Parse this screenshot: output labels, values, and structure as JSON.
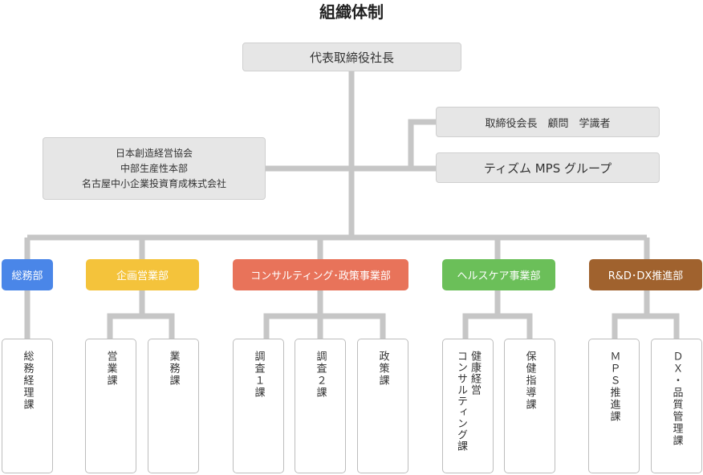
{
  "title": "組織体制",
  "ceo": "代表取締役社長",
  "advisors": "取締役会長　顧問　学識者",
  "group": "ティズム MPS グループ",
  "partners": [
    "日本創造経営協会",
    "中部生産性本部",
    "名古屋中小企業投資育成株式会社"
  ],
  "colors": {
    "line": "#c6c6c6",
    "gray_box": "#e6e6e6",
    "soumu": "#4a86e8",
    "kikaku": "#f4c33b",
    "consulting": "#e8735a",
    "health": "#6bbf59",
    "rd": "#a0622e"
  },
  "departments": [
    {
      "label": "総務部",
      "units": [
        "総務経理課"
      ]
    },
    {
      "label": "企画営業部",
      "units": [
        "営業課",
        "業務課"
      ]
    },
    {
      "label": "コンサルティング･政策事業部",
      "units": [
        "調査１課",
        "調査２課",
        "政策課"
      ]
    },
    {
      "label": "ヘルスケア事業部",
      "units": [
        "健康経営",
        "コンサルティング課",
        "保健指導課"
      ]
    },
    {
      "label": "R&D･DX推進部",
      "units": [
        "ＭＰＳ推進課",
        "ＤＸ・品質管理課"
      ]
    }
  ]
}
